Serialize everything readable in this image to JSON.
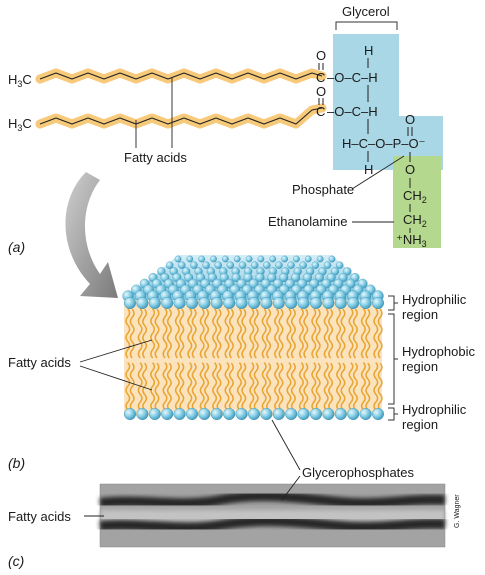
{
  "labels": {
    "glycerol": "Glycerol",
    "fatty_acids_a": "Fatty acids",
    "phosphate": "Phosphate",
    "ethanolamine": "Ethanolamine",
    "panel_a": "(a)",
    "panel_b": "(b)",
    "panel_c": "(c)",
    "fatty_acids_b": "Fatty acids",
    "hydrophilic_top_1": "Hydrophilic",
    "hydrophilic_top_2": "region",
    "hydrophobic_1": "Hydrophobic",
    "hydrophobic_2": "region",
    "hydrophilic_bot_1": "Hydrophilic",
    "hydrophilic_bot_2": "region",
    "glycerophosphates": "Glycerophosphates",
    "fatty_acids_c": "Fatty acids",
    "credit": "G. Wagner"
  },
  "chem": {
    "ch3_top": "H3C",
    "ch3_bot": "H3C",
    "o_top": "O",
    "o_mid": "O",
    "c_ester_top": "C",
    "c_ester_bot": "C",
    "glycerol_rows": [
      "H",
      "–O–C–H",
      "–O–C–H",
      "H–C–O–P–O⁻",
      "H"
    ],
    "phosphate_o_top": "O",
    "phosphate_o_bottom": "O",
    "ch2_top": "CH2",
    "ch2_bot": "CH2",
    "nh3": "⁺NH3"
  },
  "colors": {
    "glycerol_box": "#a9d7e6",
    "phosphate_box": "#a9d7e6",
    "ethanolamine_box": "#b5d88f",
    "fatty_acid_glow": "#f7c97a",
    "head_blue": "#6cc1de",
    "tail_orange": "#e9a534",
    "core": "#fbe3bd",
    "arrow_gray": "#8c8c8c"
  }
}
